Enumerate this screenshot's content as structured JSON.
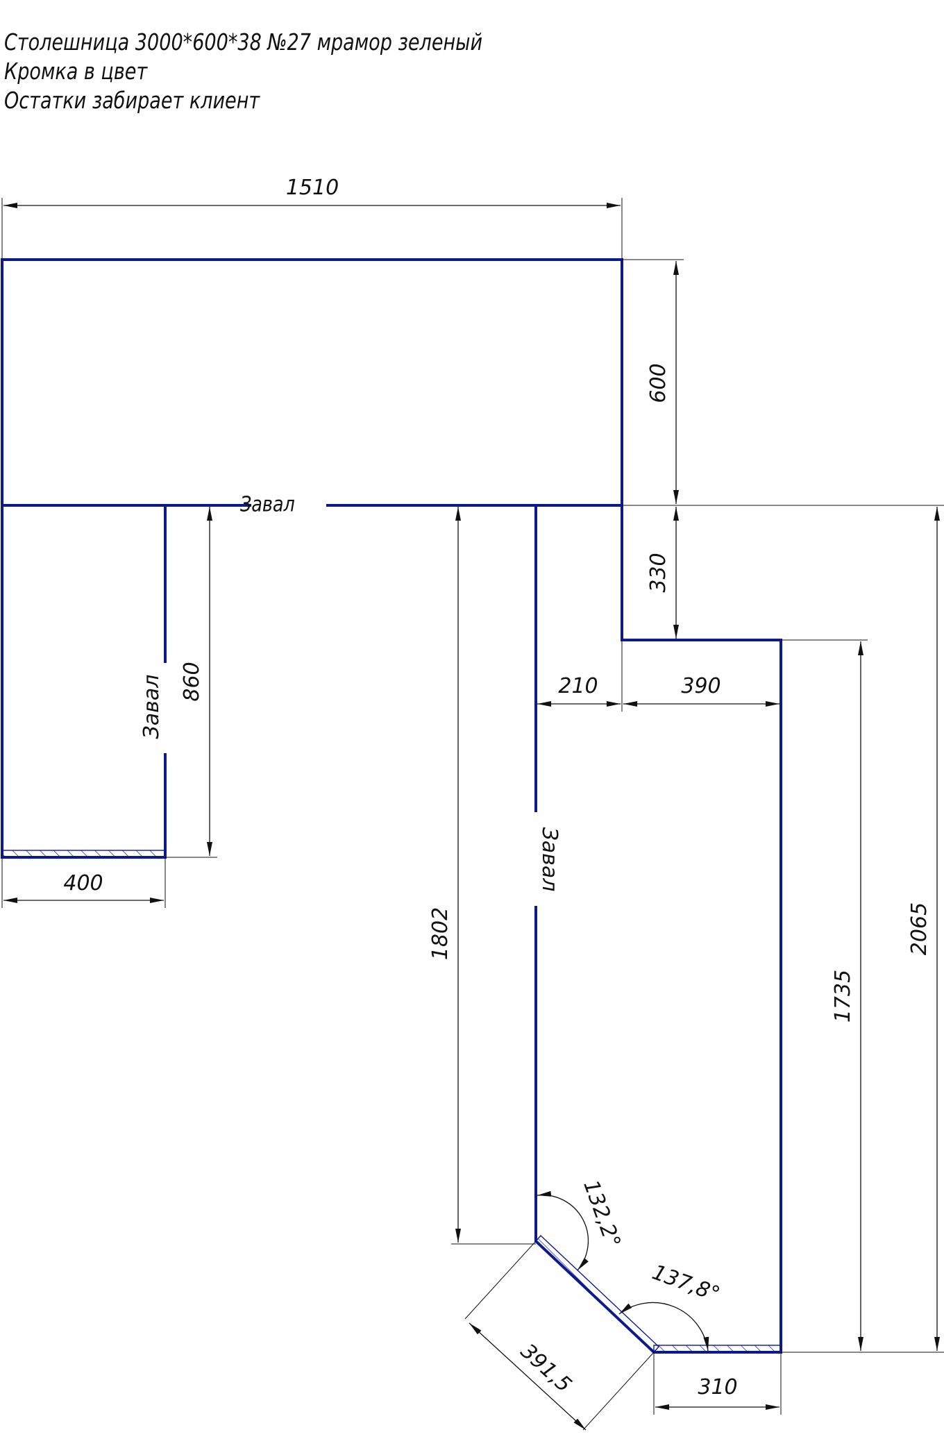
{
  "notes": [
    "Столешница 3000*600*38 №27 мрамор зеленый",
    "Кромка в цвет",
    "Остатки забирает клиент"
  ],
  "labels": {
    "zaval": "Завал"
  },
  "dimensions": {
    "d1510": "1510",
    "d600": "600",
    "d330": "330",
    "d860": "860",
    "d400": "400",
    "d210": "210",
    "d390": "390",
    "d1802": "1802",
    "d1735": "1735",
    "d2065": "2065",
    "d310": "310",
    "d391": "391,5",
    "a132": "132,2°",
    "a137": "137,8°"
  },
  "colors": {
    "part_outline": "#0d1a8c",
    "dimension_lines": "#111111"
  }
}
